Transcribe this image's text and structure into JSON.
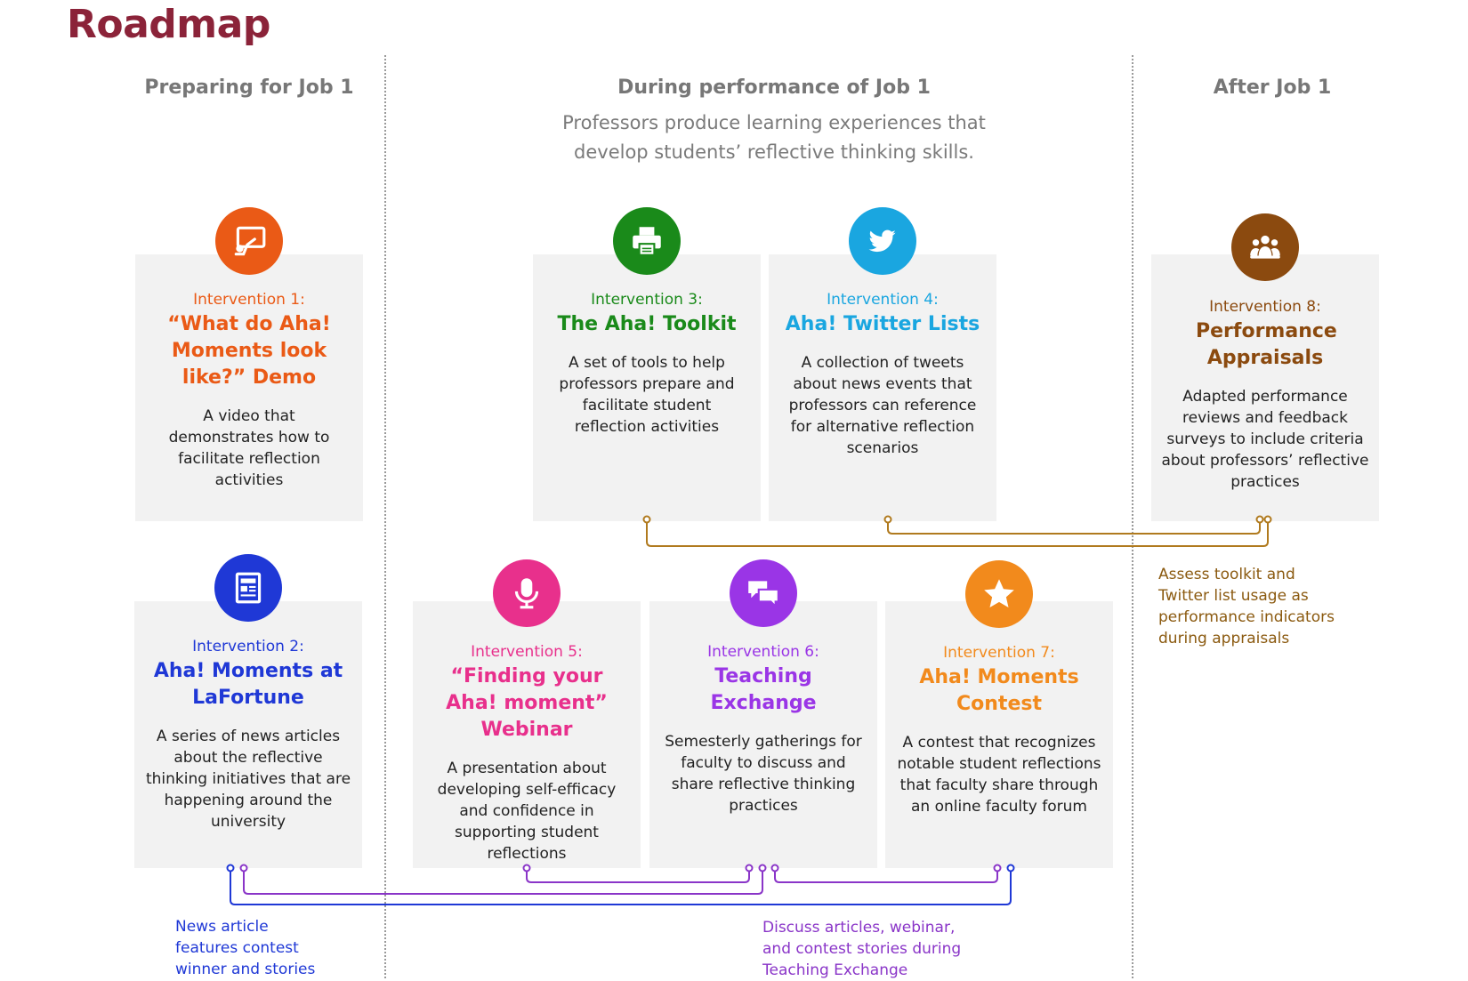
{
  "title": "Roadmap",
  "phases": [
    {
      "label": "Preparing for Job 1"
    },
    {
      "label": "During performance of Job 1",
      "subtitle_line1": "Professors produce learning experiences that",
      "subtitle_line2": "develop students’ reflective thinking skills."
    },
    {
      "label": "After Job 1"
    }
  ],
  "interventions": [
    {
      "label": "Intervention 1:",
      "name": "“What do Aha! Moments look like?” Demo",
      "description": "A video that demonstrates how to facilitate reflection activities",
      "color": "#ea5a16",
      "icon": "presentation-board-icon"
    },
    {
      "label": "Intervention 2:",
      "name": "Aha! Moments at LaFortune",
      "description": "A series of news articles about the reflective thinking initiatives that are happening around the university",
      "color": "#1f38d6",
      "icon": "newspaper-icon"
    },
    {
      "label": "Intervention 3:",
      "name": "The Aha! Toolkit",
      "description": "A set of tools to help professors prepare and facilitate student reflection activities",
      "color": "#1a8a1a",
      "icon": "printer-icon"
    },
    {
      "label": "Intervention 4:",
      "name": "Aha! Twitter Lists",
      "description": "A collection of tweets about news events that professors can reference for alternative reflection scenarios",
      "color": "#1aa6e0",
      "icon": "twitter-bird-icon"
    },
    {
      "label": "Intervention 5:",
      "name": "“Finding your Aha! moment” Webinar",
      "description": "A presentation about developing self-efficacy and confidence in supporting student reflections",
      "color": "#e8308c",
      "icon": "microphone-icon"
    },
    {
      "label": "Intervention 6:",
      "name": "Teaching Exchange",
      "description": "Semesterly gatherings for faculty to discuss and share reflective thinking practices",
      "color": "#9a35e6",
      "icon": "chat-bubbles-icon"
    },
    {
      "label": "Intervention 7:",
      "name": "Aha! Moments Contest",
      "description": "A contest that recognizes notable student reflections that faculty share through an online faculty forum",
      "color": "#f28a1c",
      "icon": "star-icon"
    },
    {
      "label": "Intervention 8:",
      "name": "Performance Appraisals",
      "description": "Adapted performance reviews and feedback surveys to include criteria about professors’ reflective practices",
      "color": "#8b4a0f",
      "icon": "group-people-icon"
    }
  ],
  "notes": {
    "appraisal": {
      "line1": "Assess toolkit and",
      "line2": "Twitter list usage as",
      "line3": "performance indicators",
      "line4": "during appraisals",
      "color": "#8b5a10"
    },
    "news": {
      "line1": "News article",
      "line2": "features contest",
      "line3": "winner and stories",
      "color": "#1f38d6"
    },
    "exchange": {
      "line1": "Discuss articles, webinar,",
      "line2": "and contest stories during",
      "line3": "Teaching Exchange",
      "color": "#8a35c8"
    }
  },
  "colors": {
    "title": "#8b2339",
    "card": "#f2f2f2",
    "phase_text": "#777777"
  }
}
